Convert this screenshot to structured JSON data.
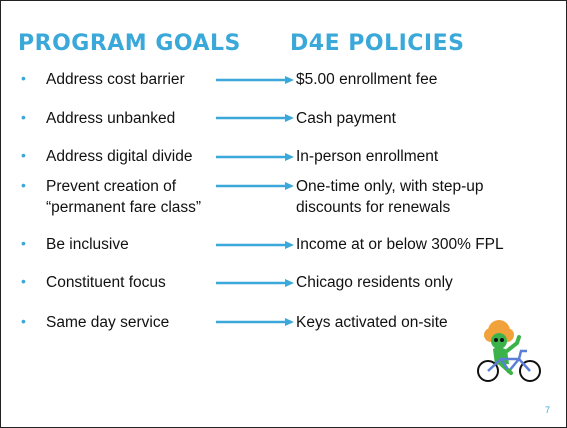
{
  "slide": {
    "left_heading": "PROGRAM GOALS",
    "right_heading": "D4E POLICIES",
    "page_number": "7",
    "colors": {
      "accent": "#3aa8d8",
      "text": "#111111"
    },
    "rows": [
      {
        "goal": "Address cost barrier",
        "policy": "$5.00 enrollment fee"
      },
      {
        "goal": "Address unbanked",
        "policy": "Cash payment"
      },
      {
        "goal": "Address digital divide",
        "policy": "In-person enrollment"
      },
      {
        "goal_line1": "Prevent creation of",
        "goal_line2": "“permanent fare class”",
        "policy_line1": "One-time only, with step-up",
        "policy_line2": "discounts for renewals"
      },
      {
        "goal": "Be inclusive",
        "policy": "Income at or below 300% FPL"
      },
      {
        "goal": "Constituent focus",
        "policy": "Chicago residents only"
      },
      {
        "goal": "Same day service",
        "policy": "Keys activated on-site"
      }
    ],
    "mascot_icon": "bike-rider-mascot-icon"
  }
}
